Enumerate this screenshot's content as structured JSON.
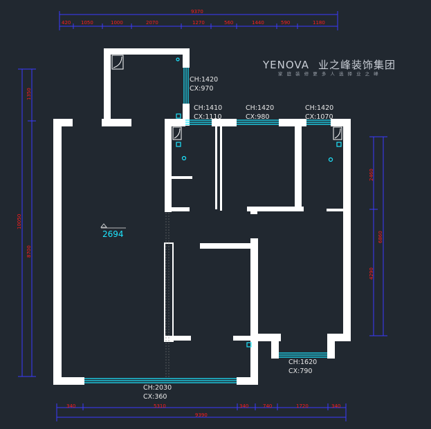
{
  "logo": {
    "brand": "YENOVA",
    "name_cn": "业之峰装饰集团",
    "slogan": "家 庭 装 修   更 多 人 选 择 业 之 峰"
  },
  "top_dims": {
    "total": "9370",
    "segments": [
      "420",
      "1050",
      "1000",
      "2070",
      "1270",
      "560",
      "1440",
      "590",
      "1180"
    ]
  },
  "bottom_dims": {
    "total": "9390",
    "segments": [
      "340",
      "5310",
      "340",
      "740",
      "1720",
      "340"
    ]
  },
  "left_dims": {
    "total": "10050",
    "upper": "1350",
    "lower": "8700"
  },
  "right_dims": {
    "total": "6860",
    "upper": "2460",
    "lower": "4290"
  },
  "windows": [
    {
      "ch": "CH:1420",
      "cx": "CX:970"
    },
    {
      "ch": "CH:1410",
      "cx": "CX:1110"
    },
    {
      "ch": "CH:1420",
      "cx": "CX:980"
    },
    {
      "ch": "CH:1420",
      "cx": "CX:1070"
    },
    {
      "ch": "CH:1620",
      "cx": "CX:790"
    },
    {
      "ch": "CH:2030",
      "cx": "CX:360"
    }
  ],
  "elevation": "2694",
  "colors": {
    "background": "#212830",
    "wall": "#ffffff",
    "dimension": "#ff1e1e",
    "dimension_line": "#3a3aff",
    "window": "#1ee6ff",
    "label": "#e8e8e8"
  }
}
